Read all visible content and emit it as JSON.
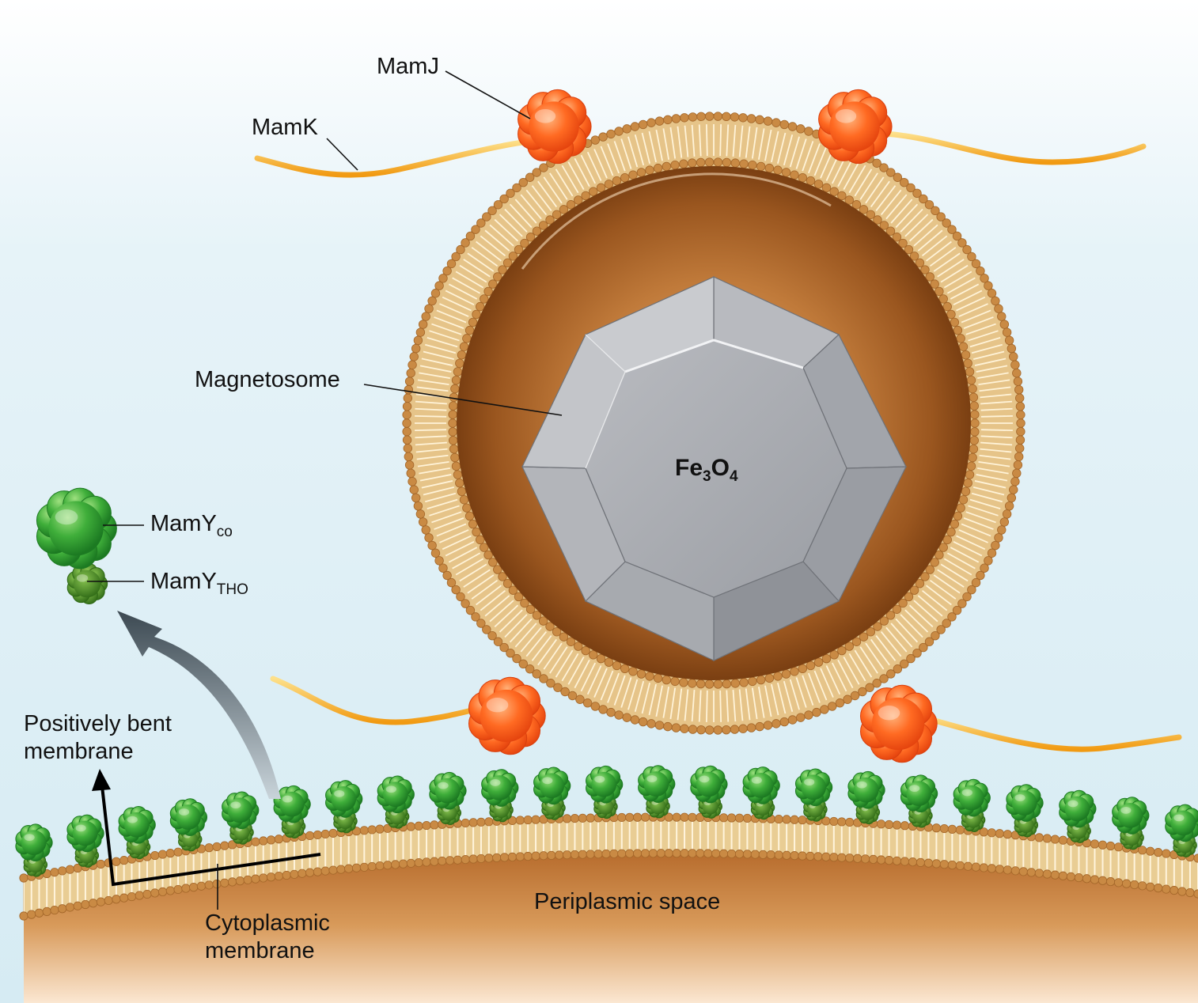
{
  "labels": {
    "mamj": "MamJ",
    "mamk": "MamK",
    "magnetosome": "Magnetosome",
    "mamy_base": "MamY",
    "mamy_co_sub": "co",
    "mamy_tho_sub": "THO",
    "positively_bent_line1": "Positively bent",
    "positively_bent_line2": "membrane",
    "cytoplasmic_line1": "Cytoplasmic",
    "cytoplasmic_line2": "membrane",
    "periplasmic": "Periplasmic space"
  },
  "formula": {
    "fe": "Fe",
    "fe_sub": "3",
    "o": "O",
    "o_sub": "4"
  },
  "colors": {
    "background_top": "#ffffff",
    "background_blue": "#d9edf5",
    "membrane_head": "#c88a45",
    "membrane_tail": "#e9c98e",
    "vesicle_lumen": "#9e5a22",
    "crystal_gray": "#a6a8ad",
    "mamj_orange": "#f05a1a",
    "mamk_filament": "#f6b022",
    "mamy_green": "#2f9a2f",
    "mamy_tho_green": "#3e7d1e",
    "arrow_slate": "#44525c",
    "periplasm_brown": "#c47a32"
  }
}
